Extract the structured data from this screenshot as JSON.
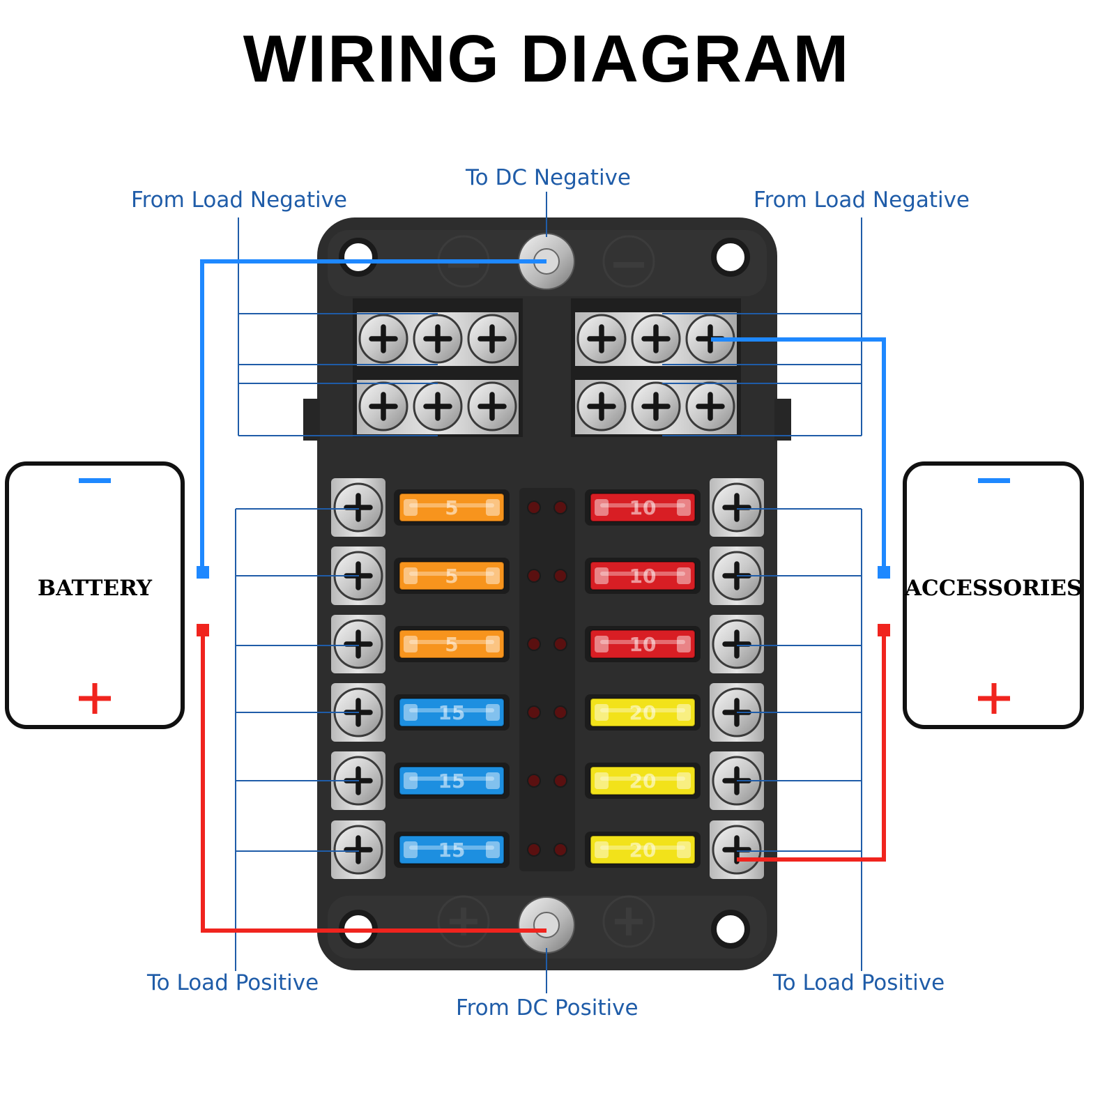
{
  "title": "WIRING DIAGRAM",
  "labels": {
    "to_dc_negative": "To DC Negative",
    "from_load_negative_left": "From Load Negative",
    "from_load_negative_right": "From Load Negative",
    "to_load_positive_left": "To Load Positive",
    "to_load_positive_right": "To Load Positive",
    "from_dc_positive": "From DC Positive"
  },
  "battery": {
    "label": "BATTERY",
    "minus": "−",
    "plus": "+"
  },
  "accessories": {
    "label": "ACCESSORIES",
    "minus": "−",
    "plus": "+"
  },
  "fuses": {
    "left": [
      {
        "rating": "5"
      },
      {
        "rating": "5"
      },
      {
        "rating": "5"
      },
      {
        "rating": "15"
      },
      {
        "rating": "15"
      },
      {
        "rating": "15"
      }
    ],
    "right": [
      {
        "rating": "10"
      },
      {
        "rating": "10"
      },
      {
        "rating": "10"
      },
      {
        "rating": "20"
      },
      {
        "rating": "20"
      },
      {
        "rating": "20"
      }
    ]
  },
  "colors": {
    "negative_wire": "#1e88ff",
    "positive_wire": "#f0241e",
    "label_text": "#1f5ca8",
    "fuse_5": "#f7941d",
    "fuse_10": "#d81e24",
    "fuse_15": "#1d8fe0",
    "fuse_20": "#f2e21a",
    "panel": "#2d2d2d"
  }
}
